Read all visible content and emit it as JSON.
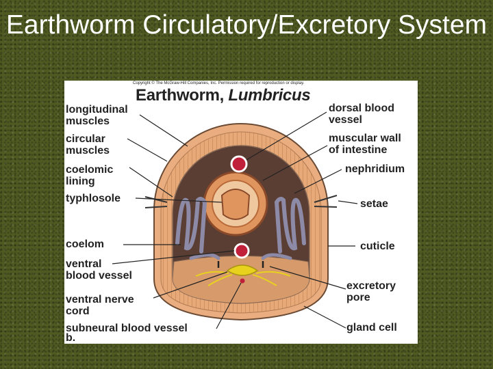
{
  "slide": {
    "title": "Earthworm Circulatory/Excretory System"
  },
  "figure": {
    "copyright": "Copyright © The McGraw-Hill Companies, Inc. Permission required for reproduction or display.",
    "title_prefix": "Earthworm, ",
    "title_species": "Lumbricus",
    "panel_label": "b."
  },
  "labels": {
    "left": [
      "longitudinal\nmuscles",
      "circular\nmuscles",
      "coelomic\nlining",
      "typhlosole",
      "coelom",
      "ventral\nblood vessel",
      "ventral nerve\ncord",
      "subneural blood vessel"
    ],
    "right": [
      "dorsal blood\nvessel",
      "muscular wall\nof intestine",
      "nephridium",
      "setae",
      "cuticle",
      "excretory\npore",
      "gland cell"
    ]
  },
  "colors": {
    "background": "#4f5a22",
    "body_wall": "#e8a978",
    "blood_vessel": "#c0203a",
    "nerve_cord": "#e8d21e",
    "nephridium": "#8c8aa6"
  }
}
